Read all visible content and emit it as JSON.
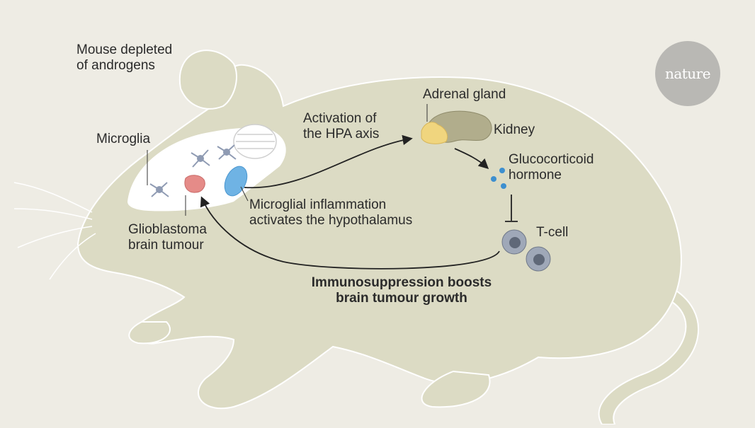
{
  "labels": {
    "mouse_line1": "Mouse depleted",
    "mouse_line2": "of androgens",
    "microglia": "Microglia",
    "activation_line1": "Activation of",
    "activation_line2": "the HPA axis",
    "adrenal": "Adrenal gland",
    "kidney": "Kidney",
    "gluco_line1": "Glucocorticoid",
    "gluco_line2": "hormone",
    "inflam_line1": "Microglial inflammation",
    "inflam_line2": "activates the hypothalamus",
    "glio_line1": "Glioblastoma",
    "glio_line2": "brain tumour",
    "tcell": "T-cell",
    "immuno_line1": "Immunosuppression boosts",
    "immuno_line2": "brain tumour growth"
  },
  "logo": {
    "text": "nature"
  },
  "colors": {
    "background": "#eeece4",
    "mouse_body": "#dcdbc4",
    "mouse_outline": "#ffffff",
    "brain": "#ffffff",
    "hypothalamus": "#6fb3e4",
    "tumour": "#e58b88",
    "adrenal_gland": "#f0d57e",
    "kidney": "#b1ad8c",
    "hormone_dot": "#3d8fcf",
    "tcell": "#9fa8b8",
    "microglia": "#8f9bb3",
    "arrow": "#222222"
  }
}
